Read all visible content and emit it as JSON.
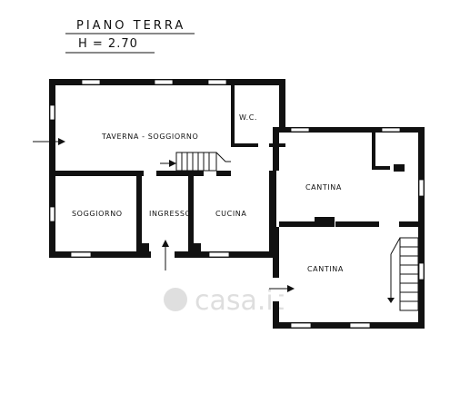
{
  "title": "PIANO   TERRA",
  "height_label": "H = 2.70",
  "rooms": {
    "taverna_soggiorno": "TAVERNA - SOGGIORNO",
    "wc": "W.C.",
    "soggiorno": "SOGGIORNO",
    "ingresso": "INGRESSO",
    "cucina": "CUCINA",
    "cantina_upper": "CANTINA",
    "cantina_lower": "CANTINA"
  },
  "watermark": "casa.it"
}
